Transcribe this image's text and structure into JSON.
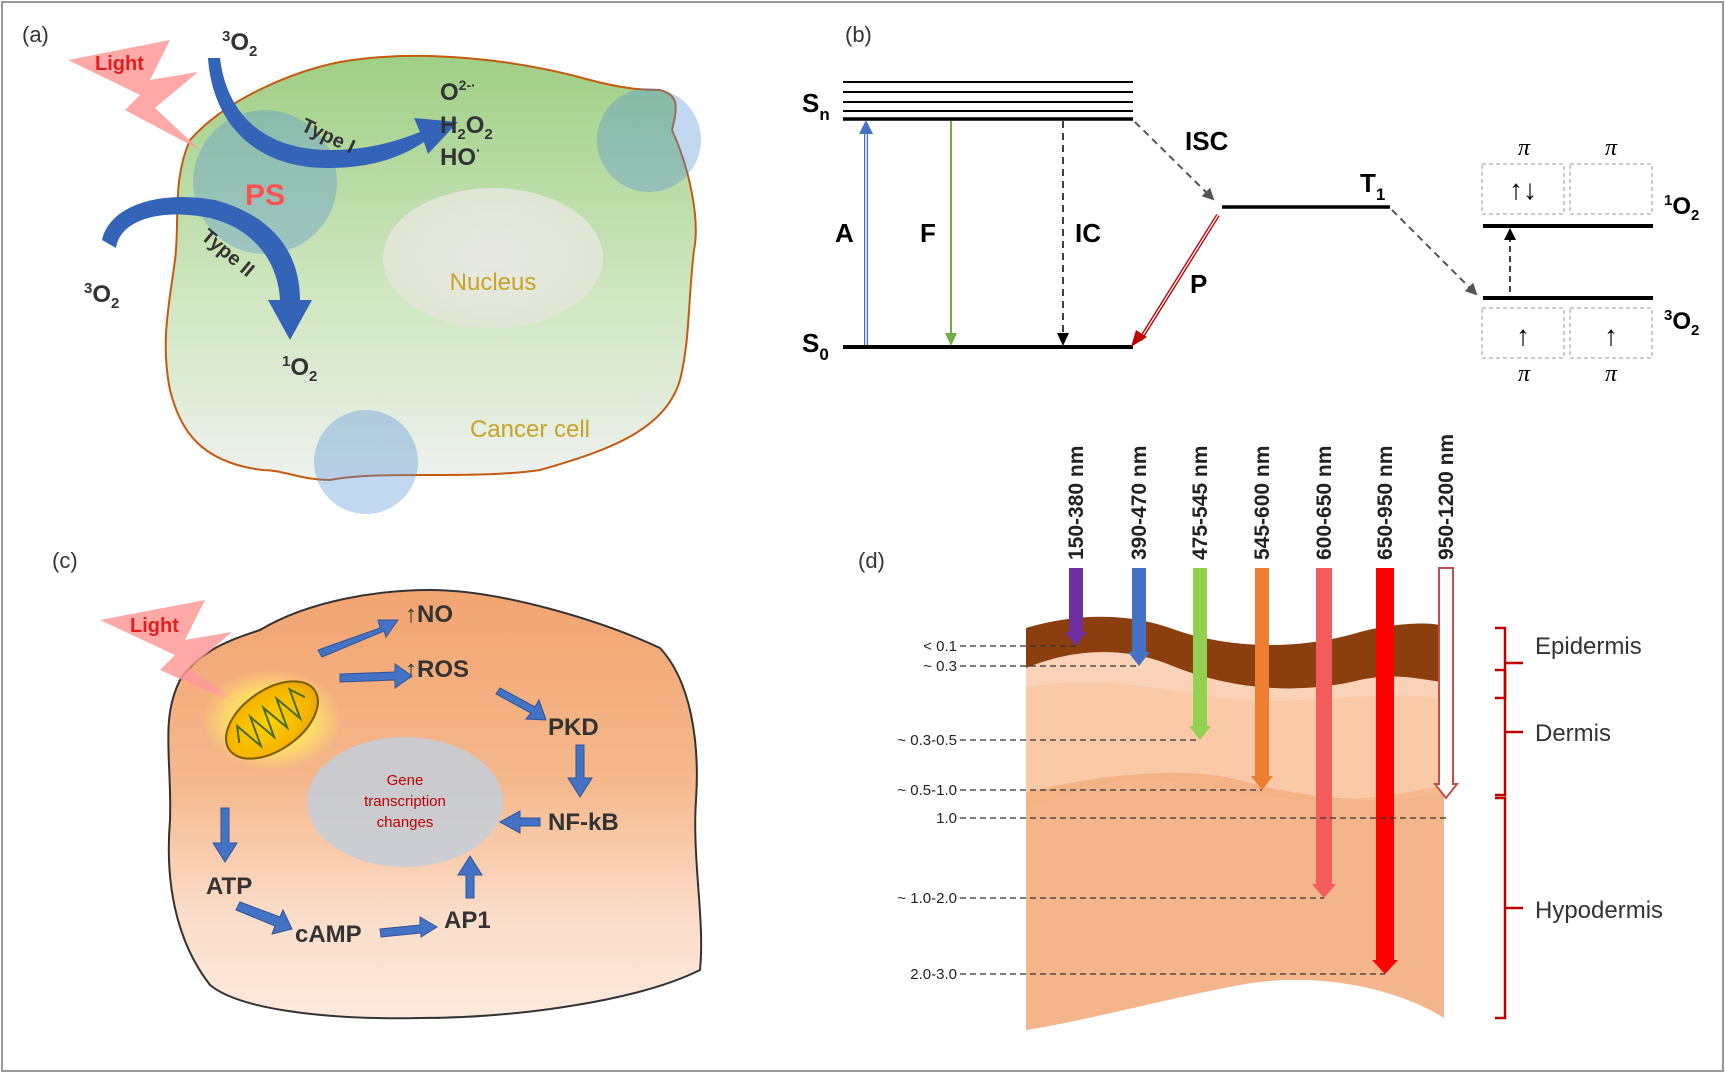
{
  "panel_a": {
    "label": "(a)",
    "light": "Light",
    "o2_top": "3O2",
    "o2_left": "3O2",
    "type_i": "Type I",
    "type_ii": "Type II",
    "ps": "PS",
    "superoxide": "O2-·",
    "h2o2": "H2O2",
    "hydroxyl": "HO·",
    "singlet": "1O2",
    "nucleus": "Nucleus",
    "cell": "Cancer cell"
  },
  "panel_b": {
    "label": "(b)",
    "sn": "Sn",
    "s0": "S0",
    "a": "A",
    "f": "F",
    "ic": "IC",
    "isc": "ISC",
    "t1": "T1",
    "p": "P",
    "pi": "π",
    "o2_singlet": "1O2",
    "o2_triplet": "3O2",
    "up_down": "↑↓",
    "up": "↑"
  },
  "panel_c": {
    "label": "(c)",
    "light": "Light",
    "no": "↑NO",
    "ros": "↑ROS",
    "pkd": "PKD",
    "nfkb": "NF-kB",
    "gene": [
      "Gene",
      "transcription",
      "changes"
    ],
    "atp": "ATP",
    "camp": "cAMP",
    "ap1": "AP1"
  },
  "panel_d": {
    "label": "(d)",
    "layers": [
      "Epidermis",
      "Dermis",
      "Hypodermis"
    ],
    "wavelengths": [
      "150-380 nm",
      "390-470 nm",
      "475-545 nm",
      "545-600 nm",
      "600-650 nm",
      "650-950 nm",
      "950-1200 nm"
    ],
    "depths": [
      "< 0.1",
      "~ 0.3",
      "~ 0.3-0.5",
      "~ 0.5-1.0",
      "1.0",
      "~ 1.0-2.0",
      "2.0-3.0"
    ],
    "colors": [
      "#7030a0",
      "#4472c4",
      "#92d050",
      "#ed7d31",
      "#f25c5c",
      "#ff0000",
      "#f4b183"
    ]
  }
}
